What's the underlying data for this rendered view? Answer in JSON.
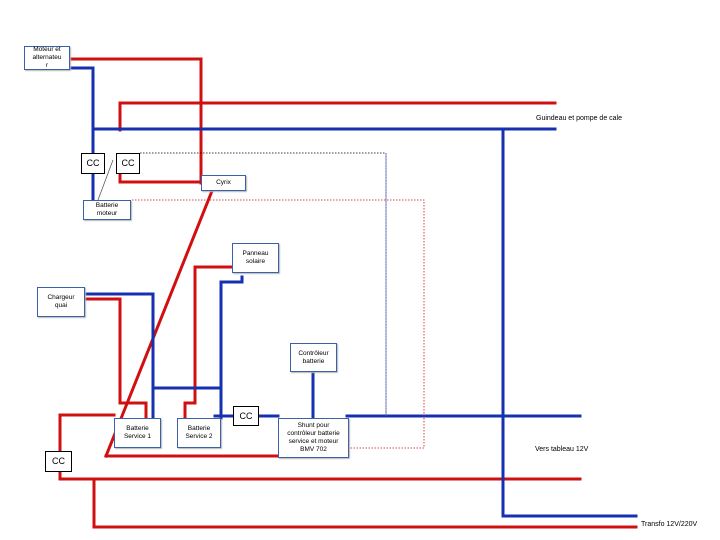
{
  "colors": {
    "positive": "#d01010",
    "negative": "#1530b0",
    "dotted_black": "#000000",
    "dotted_red": "#d01010"
  },
  "components": {
    "moteur": "Moteur et\nalternateu\nr",
    "batterie_moteur": "Batterie\nmoteur",
    "cyrix": "Cyrix",
    "panneau": "Panneau\nsolaire",
    "chargeur": "Chargeur\nquai",
    "controleur": "Contrôleur\nbatterie",
    "service1": "Batterie\nService 1",
    "service2": "Batterie\nService 2",
    "shunt": "Shunt pour\ncontrôleur batterie\nservice et moteur\nBMV 702"
  },
  "cc_label": "CC",
  "labels": {
    "guindeau": "Guindeau et pompe de cale",
    "tableau": "Vers tableau 12V",
    "transfo": "Transfo 12V/220V"
  }
}
